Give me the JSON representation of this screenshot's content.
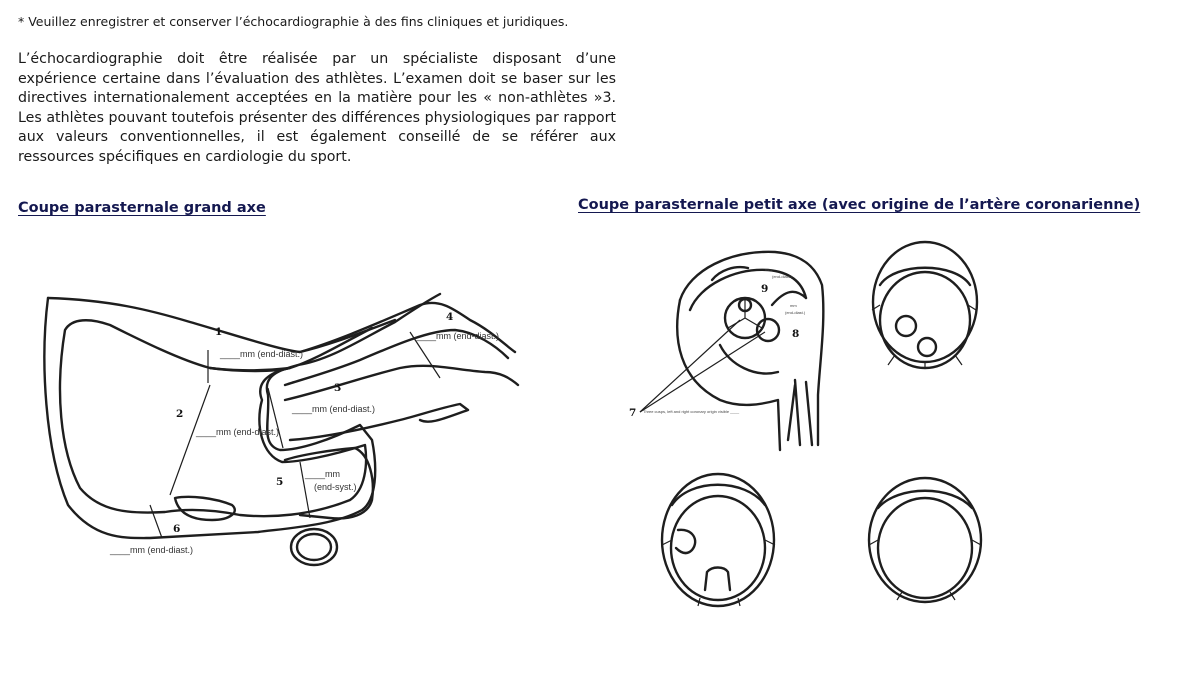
{
  "note": "* Veuillez enregistrer et conserver l’échocardiographie à des fins cliniques et juridiques.",
  "intro": "L’échocardiographie doit être réalisée par un spécialiste disposant d’une expérience certaine dans l’évaluation des athlètes. L’examen doit se baser sur les directives internationalement acceptées en la matière pour les « non-athlètes »3. Les athlètes pouvant toutefois présenter des différences physiologiques par rapport aux valeurs conventionnelles, il est également conseillé de se référer aux ressources spécifiques en cardiologie du sport.",
  "left_heading": "Coupe parasternale grand axe",
  "right_heading": "Coupe parasternale petit axe (avec origine de l’artère coronarienne)",
  "left_diagram": {
    "labels": {
      "n1": "1",
      "n2": "2",
      "n3": "3",
      "n4": "4",
      "n5": "5",
      "n6": "6"
    },
    "measures": {
      "m1": "____mm (end-diast.)",
      "m2": "____mm (end-diast.)",
      "m3": "____mm (end-diast.)",
      "m4": "____mm (end-diast.)",
      "m5a": "____mm",
      "m5b": "(end-syst.)",
      "m6": "____mm (end-diast.)"
    }
  },
  "right_diagram": {
    "labels": {
      "n7": "7",
      "n8": "8",
      "n9": "9"
    },
    "measures": {
      "m7": "Three cusps, left and right coronary origin visible ____",
      "m8a": "mm",
      "m8b": "(end-diast.)",
      "m9a": "mm",
      "m9b": "(end-diast.)"
    }
  }
}
